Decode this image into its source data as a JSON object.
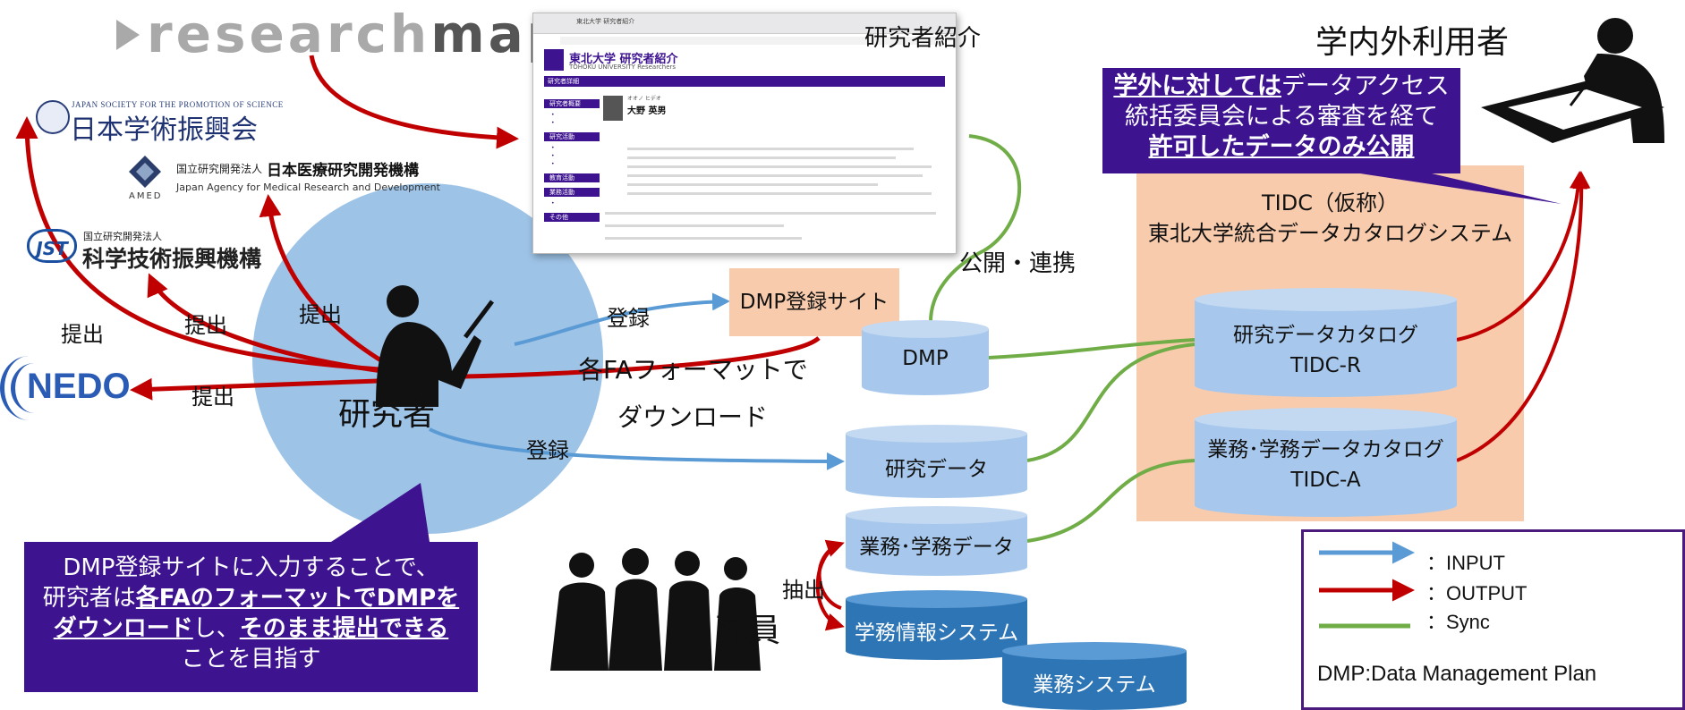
{
  "orgs": {
    "researchmap_a": "research",
    "researchmap_b": "map",
    "jsps_sub": "JAPAN SOCIETY FOR THE PROMOTION OF SCIENCE",
    "jsps_main": "日本学術振興会",
    "amed_sub1": "国立研究開発法人",
    "amed_main": "日本医療研究開発機構",
    "amed_sub2": "Japan Agency for Medical Research and Development",
    "amed_abbr": "AMED",
    "jst_logo": "JST",
    "jst_sub": "国立研究開発法人",
    "jst_main": "科学技術振興機構",
    "nedo": "NEDO"
  },
  "screenshot": {
    "caption": "研究者紹介",
    "header": "東北大学 研究者紹介",
    "header_sub": "TOHOKU UNIVERSITY Researchers",
    "bar": "研究者詳細",
    "name_kana": "オオノ ヒデオ",
    "name": "大野 英男",
    "side_heads": [
      "研究者概要",
      "研究活動",
      "教育活動",
      "業務活動",
      "その他"
    ]
  },
  "labels": {
    "submit_1": "提出",
    "submit_2": "提出",
    "submit_3": "提出",
    "submit_4": "提出",
    "register_1": "登録",
    "register_2": "登録",
    "researcher": "研究者",
    "download_line1": "各FAフォーマットで",
    "download_line2": "ダウンロード",
    "publish": "公開・連携",
    "extract": "抽出",
    "staff": "職員",
    "users": "学内外利用者"
  },
  "nodes": {
    "dmp_site": "DMP登録サイト",
    "dmp": "DMP",
    "research_data": "研究データ",
    "business_data": "業務･学務データ",
    "academic_system": "学務情報システム",
    "business_system": "業務システム",
    "tidc_title1": "TIDC（仮称）",
    "tidc_title2": "東北大学統合データカタログシステム",
    "tidc_r_1": "研究データカタログ",
    "tidc_r_2": "TIDC-R",
    "tidc_a_1": "業務･学務データカタログ",
    "tidc_a_2": "TIDC-A"
  },
  "callout_left": {
    "l1": "DMP登録サイトに入力することで、",
    "l2a": "研究者は",
    "l2b": "各FAのフォーマットでDMPを",
    "l3a": "ダウンロード",
    "l3b": "し、",
    "l3c": "そのまま提出できる",
    "l4": "ことを目指す"
  },
  "callout_right": {
    "l1a": "学外に対しては",
    "l1b": "データアクセス",
    "l2": "統括委員会による審査を経て",
    "l3": "許可したデータのみ公開"
  },
  "legend": {
    "input": "：INPUT",
    "output": "：OUTPUT",
    "sync": "：Sync",
    "note": "DMP:Data Management Plan",
    "colors": {
      "input": "#5b9bd5",
      "output": "#c00000",
      "sync": "#70ad47"
    }
  }
}
